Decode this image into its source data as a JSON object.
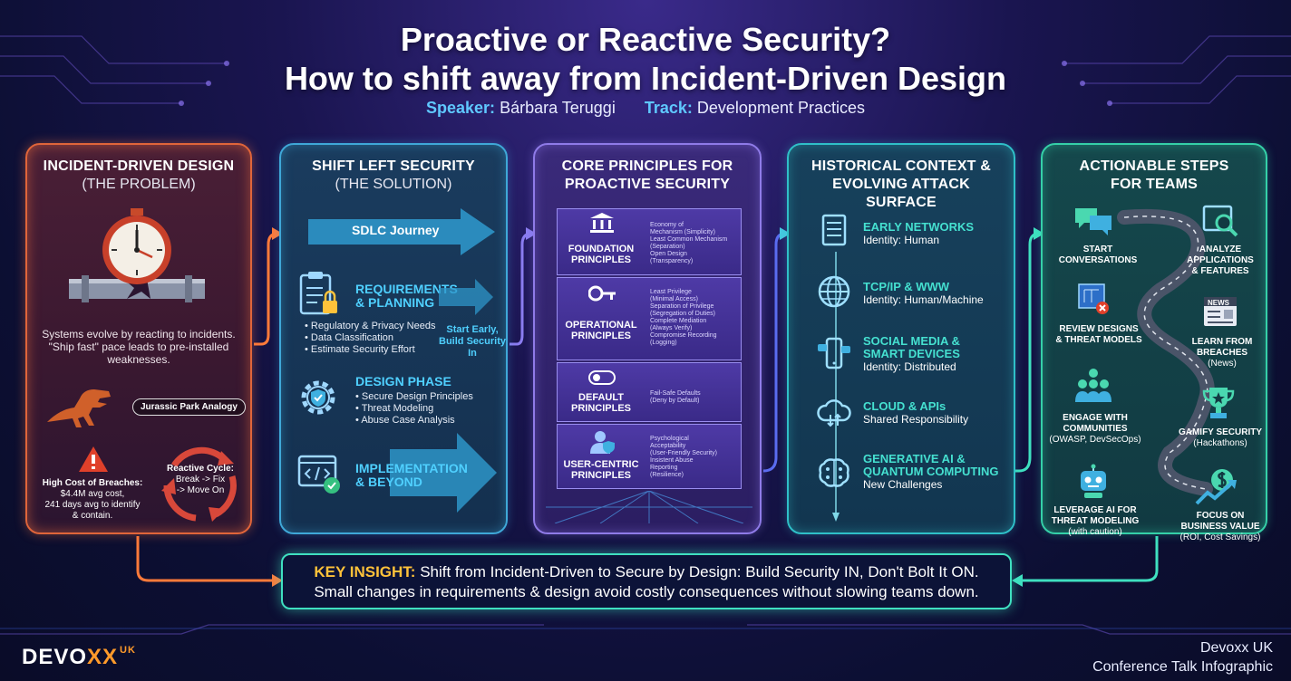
{
  "header": {
    "title_line1": "Proactive or Reactive Security?",
    "title_line2": "How to shift away from Incident-Driven Design",
    "speaker_label": "Speaker:",
    "speaker_name": "Bárbara Teruggi",
    "track_label": "Track:",
    "track_name": "Development Practices"
  },
  "colors": {
    "problem_accent": "#e0653a",
    "solution_accent": "#3fa8d8",
    "principles_accent": "#8f7be8",
    "history_accent": "#2fc0c8",
    "steps_accent": "#35d0a8",
    "insight_key": "#ffc23a"
  },
  "problem": {
    "title": "INCIDENT-DRIVEN DESIGN",
    "subtitle": "(THE PROBLEM)",
    "description": "Systems evolve by reacting to incidents. \"Ship fast\" pace leads to pre-installed weaknesses.",
    "analogy": "Jurassic Park Analogy",
    "cost_title": "High Cost of Breaches:",
    "cost_line1": "$4.4M avg cost,",
    "cost_line2": "241 days avg to identify",
    "cost_line3": "& contain.",
    "cycle_title": "Reactive Cycle:",
    "cycle_line1": "Break -> Fix",
    "cycle_line2": "-> Move On"
  },
  "solution": {
    "title": "SHIFT LEFT SECURITY",
    "subtitle": "(THE SOLUTION)",
    "journey": "SDLC Journey",
    "start_early_line1": "Start Early,",
    "start_early_line2": "Build Security In",
    "requirements": {
      "title_line1": "REQUIREMENTS",
      "title_line2": "& PLANNING",
      "items": [
        "Regulatory & Privacy Needs",
        "Data Classification",
        "Estimate Security Effort"
      ]
    },
    "design": {
      "title": "DESIGN PHASE",
      "items": [
        "Secure Design Principles",
        "Threat Modeling",
        "Abuse Case Analysis"
      ]
    },
    "implementation": {
      "title_line1": "IMPLEMENTATION",
      "title_line2": "& BEYOND"
    }
  },
  "principles": {
    "title_line1": "CORE PRINCIPLES FOR",
    "title_line2": "PROACTIVE SECURITY",
    "tiers": [
      {
        "label_line1": "FOUNDATION",
        "label_line2": "PRINCIPLES",
        "items": [
          "Economy of",
          "Mechanism (Simplicity)",
          "Least Common Mechanism",
          "(Separation)",
          "Open Design",
          "(Transparency)"
        ]
      },
      {
        "label_line1": "OPERATIONAL",
        "label_line2": "PRINCIPLES",
        "items": [
          "Least Privilege",
          "(Minimal Access)",
          "Separation of Privilege",
          "(Segregation of Duties)",
          "Complete Mediation",
          "(Always Verify)",
          "Compromise Recording",
          "(Logging)"
        ]
      },
      {
        "label_line1": "DEFAULT",
        "label_line2": "PRINCIPLES",
        "items": [
          "Fail-Safe Defaults",
          "(Deny by Default)"
        ]
      },
      {
        "label_line1": "USER-CENTRIC",
        "label_line2": "PRINCIPLES",
        "items": [
          "Psychological",
          "Acceptability",
          "(User-Friendly Security)",
          "Insistent Abuse",
          "Reporting",
          "(Resilience)"
        ]
      }
    ]
  },
  "history": {
    "title_line1": "HISTORICAL CONTEXT &",
    "title_line2": "EVOLVING ATTACK SURFACE",
    "eras": [
      {
        "name_line1": "EARLY NETWORKS",
        "name_line2": "",
        "detail": "Identity: Human",
        "icon": "server-icon"
      },
      {
        "name_line1": "TCP/IP & WWW",
        "name_line2": "",
        "detail": "Identity: Human/Machine",
        "icon": "globe-icon"
      },
      {
        "name_line1": "SOCIAL MEDIA &",
        "name_line2": "SMART DEVICES",
        "detail": "Identity: Distributed",
        "icon": "smartphone-icon"
      },
      {
        "name_line1": "CLOUD & APIs",
        "name_line2": "",
        "detail": "Shared Responsibility",
        "icon": "cloud-icon"
      },
      {
        "name_line1": "GENERATIVE AI &",
        "name_line2": "QUANTUM COMPUTING",
        "detail": "New Challenges",
        "icon": "brain-icon"
      }
    ]
  },
  "steps": {
    "title_line1": "ACTIONABLE STEPS",
    "title_line2": "FOR TEAMS",
    "start": {
      "line1": "START",
      "line2": "CONVERSATIONS"
    },
    "analyze": {
      "line1": "ANALYZE",
      "line2": "APPLICATIONS",
      "line3": "& FEATURES"
    },
    "review": {
      "line1": "REVIEW DESIGNS",
      "line2": "& THREAT MODELS"
    },
    "learn": {
      "line1": "LEARN FROM",
      "line2": "BREACHES",
      "line3": "(News)",
      "badge": "NEWS"
    },
    "engage": {
      "line1": "ENGAGE WITH",
      "line2": "COMMUNITIES",
      "line3": "(OWASP, DevSecOps)"
    },
    "gamify": {
      "line1": "GAMIFY SECURITY",
      "line2": "(Hackathons)"
    },
    "leverage": {
      "line1": "LEVERAGE AI FOR",
      "line2": "THREAT MODELING",
      "line3": "(with caution)"
    },
    "focus": {
      "line1": "FOCUS ON",
      "line2": "BUSINESS VALUE",
      "line3": "(ROI, Cost Savings)"
    }
  },
  "insight": {
    "key": "KEY INSIGHT:",
    "line1": "Shift from Incident-Driven to Secure by Design: Build Security IN, Don't Bolt It ON.",
    "line2": "Small changes in requirements & design avoid costly consequences without slowing teams down."
  },
  "footer": {
    "logo_part1": "DEVO",
    "logo_part2": "XX",
    "logo_sup": "UK",
    "right_line1": "Devoxx UK",
    "right_line2": "Conference Talk Infographic"
  }
}
